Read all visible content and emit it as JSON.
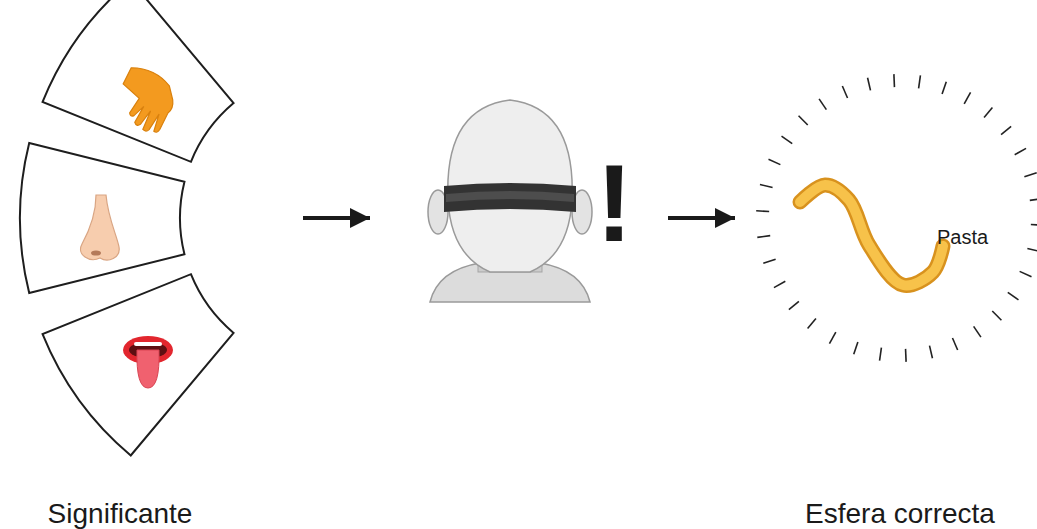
{
  "diagram": {
    "nodes": [
      {
        "text": [
          "Significante"
        ]
      },
      {
        "text": [
          "!"
        ]
      },
      {
        "text": [
          "Pasta",
          "Esfera correcta"
        ]
      }
    ],
    "edges": [
      {
        "from": 0,
        "to": 1,
        "arrow": "to"
      },
      {
        "from": 1,
        "to": 2,
        "arrow": "to"
      }
    ]
  }
}
